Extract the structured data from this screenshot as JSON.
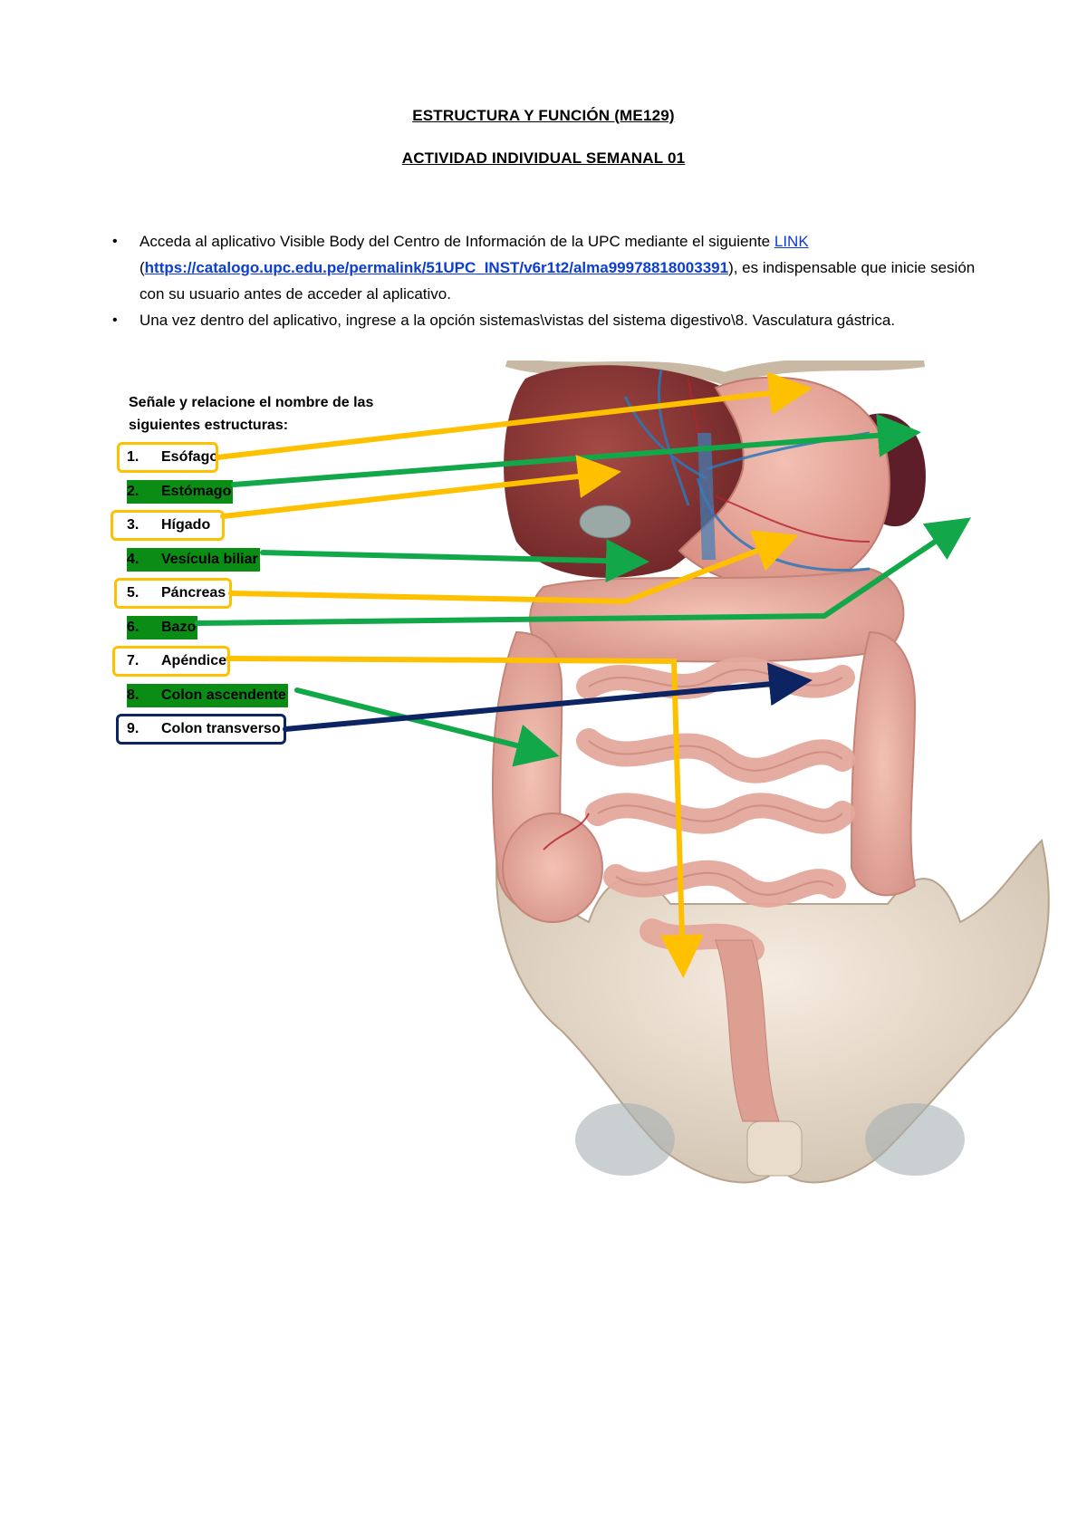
{
  "header": {
    "title": "ESTRUCTURA Y FUNCIÓN (ME129)",
    "subtitle": "ACTIVIDAD INDIVIDUAL SEMANAL 01"
  },
  "bullets": {
    "b1_text1": "Acceda al aplicativo Visible Body del Centro de Información de la UPC mediante el siguiente ",
    "b1_link_label": "LINK",
    "b1_open_paren": "(",
    "b1_url": "https://catalogo.upc.edu.pe/permalink/51UPC_INST/v6r1t2/alma99978818003391",
    "b1_text2": "), es indispensable que inicie sesión con su usuario antes de acceder al aplicativo.",
    "b2_text": "Una vez dentro del aplicativo, ingrese a la opción sistemas\\vistas del sistema digestivo\\8. Vasculatura gástrica."
  },
  "instructions": "Señale y relacione el nombre de las siguientes estructuras:",
  "structures": [
    {
      "num": "1.",
      "name": "Esófago"
    },
    {
      "num": "2.",
      "name": "Estómago"
    },
    {
      "num": "3.",
      "name": "Hígado"
    },
    {
      "num": "4.",
      "name": "Vesícula biliar"
    },
    {
      "num": "5.",
      "name": "Páncreas"
    },
    {
      "num": "6.",
      "name": "Bazo"
    },
    {
      "num": "7.",
      "name": "Apéndice"
    },
    {
      "num": "8.",
      "name": "Colon ascendente"
    },
    {
      "num": "9.",
      "name": "Colon transverso"
    }
  ],
  "colors": {
    "yellow": "#ffc000",
    "green": "#12a84a",
    "navy": "#0c2461",
    "green_fill": "#0b8d15",
    "link": "#0b3dd1"
  }
}
